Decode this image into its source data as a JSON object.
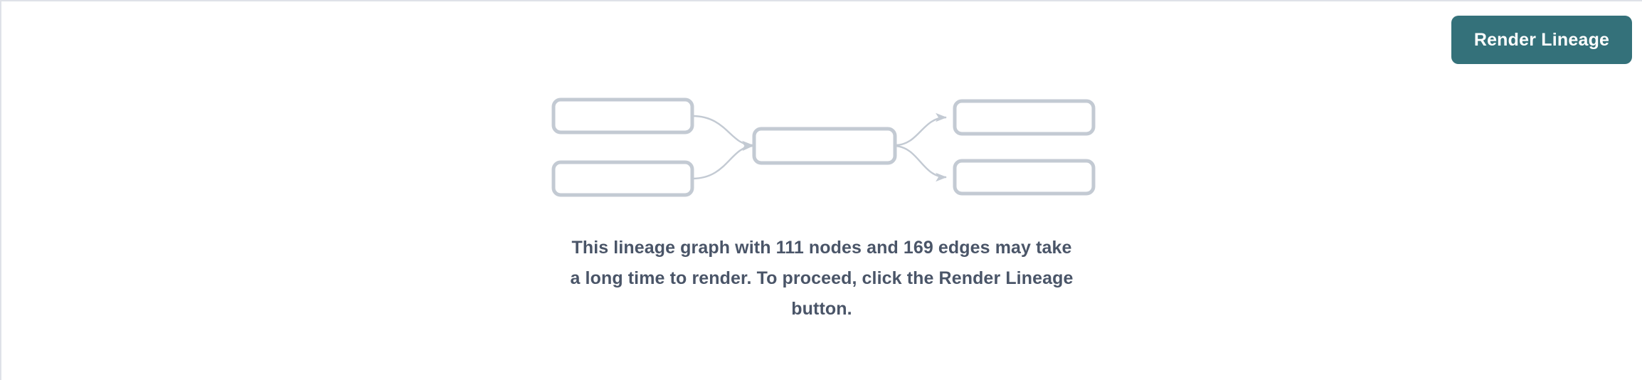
{
  "page": {
    "background_color": "#ffffff",
    "border_color": "#dfe2e8"
  },
  "toolbar": {
    "render_lineage_label": "Render Lineage",
    "render_lineage_color": "#34717a",
    "render_lineage_text_color": "#ffffff"
  },
  "placeholder_graph": {
    "node_border_color": "#c3cad3",
    "node_fill_color": "#ffffff",
    "edge_color": "#c3cad3",
    "nodes": [
      {
        "id": "upstream-1",
        "label": ""
      },
      {
        "id": "upstream-2",
        "label": ""
      },
      {
        "id": "focus",
        "label": ""
      },
      {
        "id": "downstream-1",
        "label": ""
      },
      {
        "id": "downstream-2",
        "label": ""
      }
    ],
    "edges": [
      {
        "from": "upstream-1",
        "to": "focus"
      },
      {
        "from": "upstream-2",
        "to": "focus"
      },
      {
        "from": "focus",
        "to": "downstream-1"
      },
      {
        "from": "focus",
        "to": "downstream-2"
      }
    ]
  },
  "warning": {
    "text_color": "#4a5568",
    "node_count": "111",
    "edge_count": "169",
    "lines": [
      "This lineage graph with 111 nodes and 169 edges may take",
      "a long time to render. To proceed, click the Render Lineage",
      "button."
    ]
  }
}
